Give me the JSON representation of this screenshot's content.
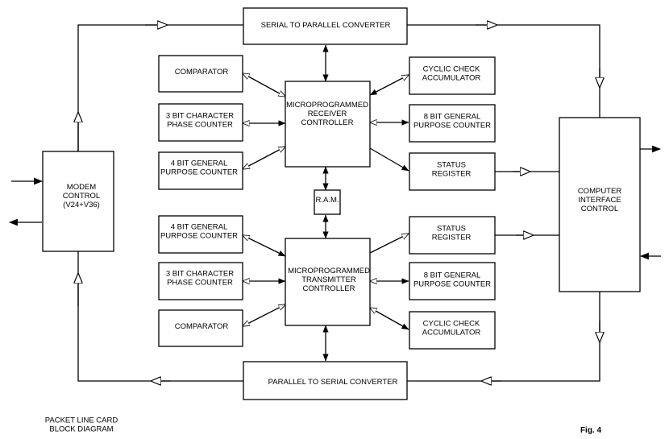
{
  "blocks": {
    "serial_to_parallel": [
      "SERIAL TO PARALLEL CONVERTER"
    ],
    "parallel_to_serial": [
      "PARALLEL TO SERIAL CONVERTER"
    ],
    "modem_control": [
      "MODEM",
      "CONTROL",
      "(V24+V36)"
    ],
    "computer_interface": [
      "COMPUTER",
      "INTERFACE",
      "CONTROL"
    ],
    "rx_controller": [
      "MICROPROGRAMMED",
      "RECEIVER",
      "CONTROLLER"
    ],
    "tx_controller": [
      "MICROPROGRAMMED",
      "TRANSMITTER",
      "CONTROLLER"
    ],
    "ram": [
      "R.A.M."
    ],
    "rx_comparator": [
      "COMPARATOR"
    ],
    "rx_3bit_counter": [
      "3 BIT CHARACTER",
      "PHASE COUNTER"
    ],
    "rx_4bit_counter": [
      "4 BIT GENERAL",
      "PURPOSE COUNTER"
    ],
    "rx_cyclic_check": [
      "CYCLIC CHECK",
      "ACCUMULATOR"
    ],
    "rx_8bit_counter": [
      "8 BIT GENERAL",
      "PURPOSE COUNTER"
    ],
    "rx_status_register": [
      "STATUS",
      "REGISTER"
    ],
    "tx_4bit_counter": [
      "4 BIT GENERAL",
      "PURPOSE COUNTER"
    ],
    "tx_3bit_counter": [
      "3 BIT CHARACTER",
      "PHASE COUNTER"
    ],
    "tx_comparator": [
      "COMPARATOR"
    ],
    "tx_status_register": [
      "STATUS",
      "REGISTER"
    ],
    "tx_8bit_counter": [
      "8 BIT GENERAL",
      "PURPOSE COUNTER"
    ],
    "tx_cyclic_check": [
      "CYCLIC CHECK",
      "ACCUMULATOR"
    ]
  },
  "footer": {
    "caption": [
      "PACKET LINE CARD",
      "BLOCK DIAGRAM"
    ],
    "figure": "Fig. 4"
  }
}
